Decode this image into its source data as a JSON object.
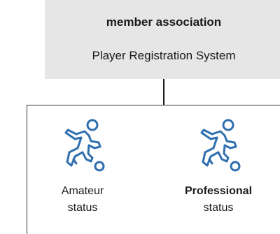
{
  "header": {
    "title": "member association",
    "subtitle": "Player Registration System"
  },
  "statuses": [
    {
      "icon": "soccer-player-icon",
      "line1": "Amateur",
      "line2": "status"
    },
    {
      "icon": "soccer-player-icon",
      "line1": "Professional",
      "line2": "status"
    }
  ],
  "colors": {
    "icon": "#2f6fb0",
    "header_bg": "#e6e6e6",
    "line": "#1a1a1a"
  }
}
